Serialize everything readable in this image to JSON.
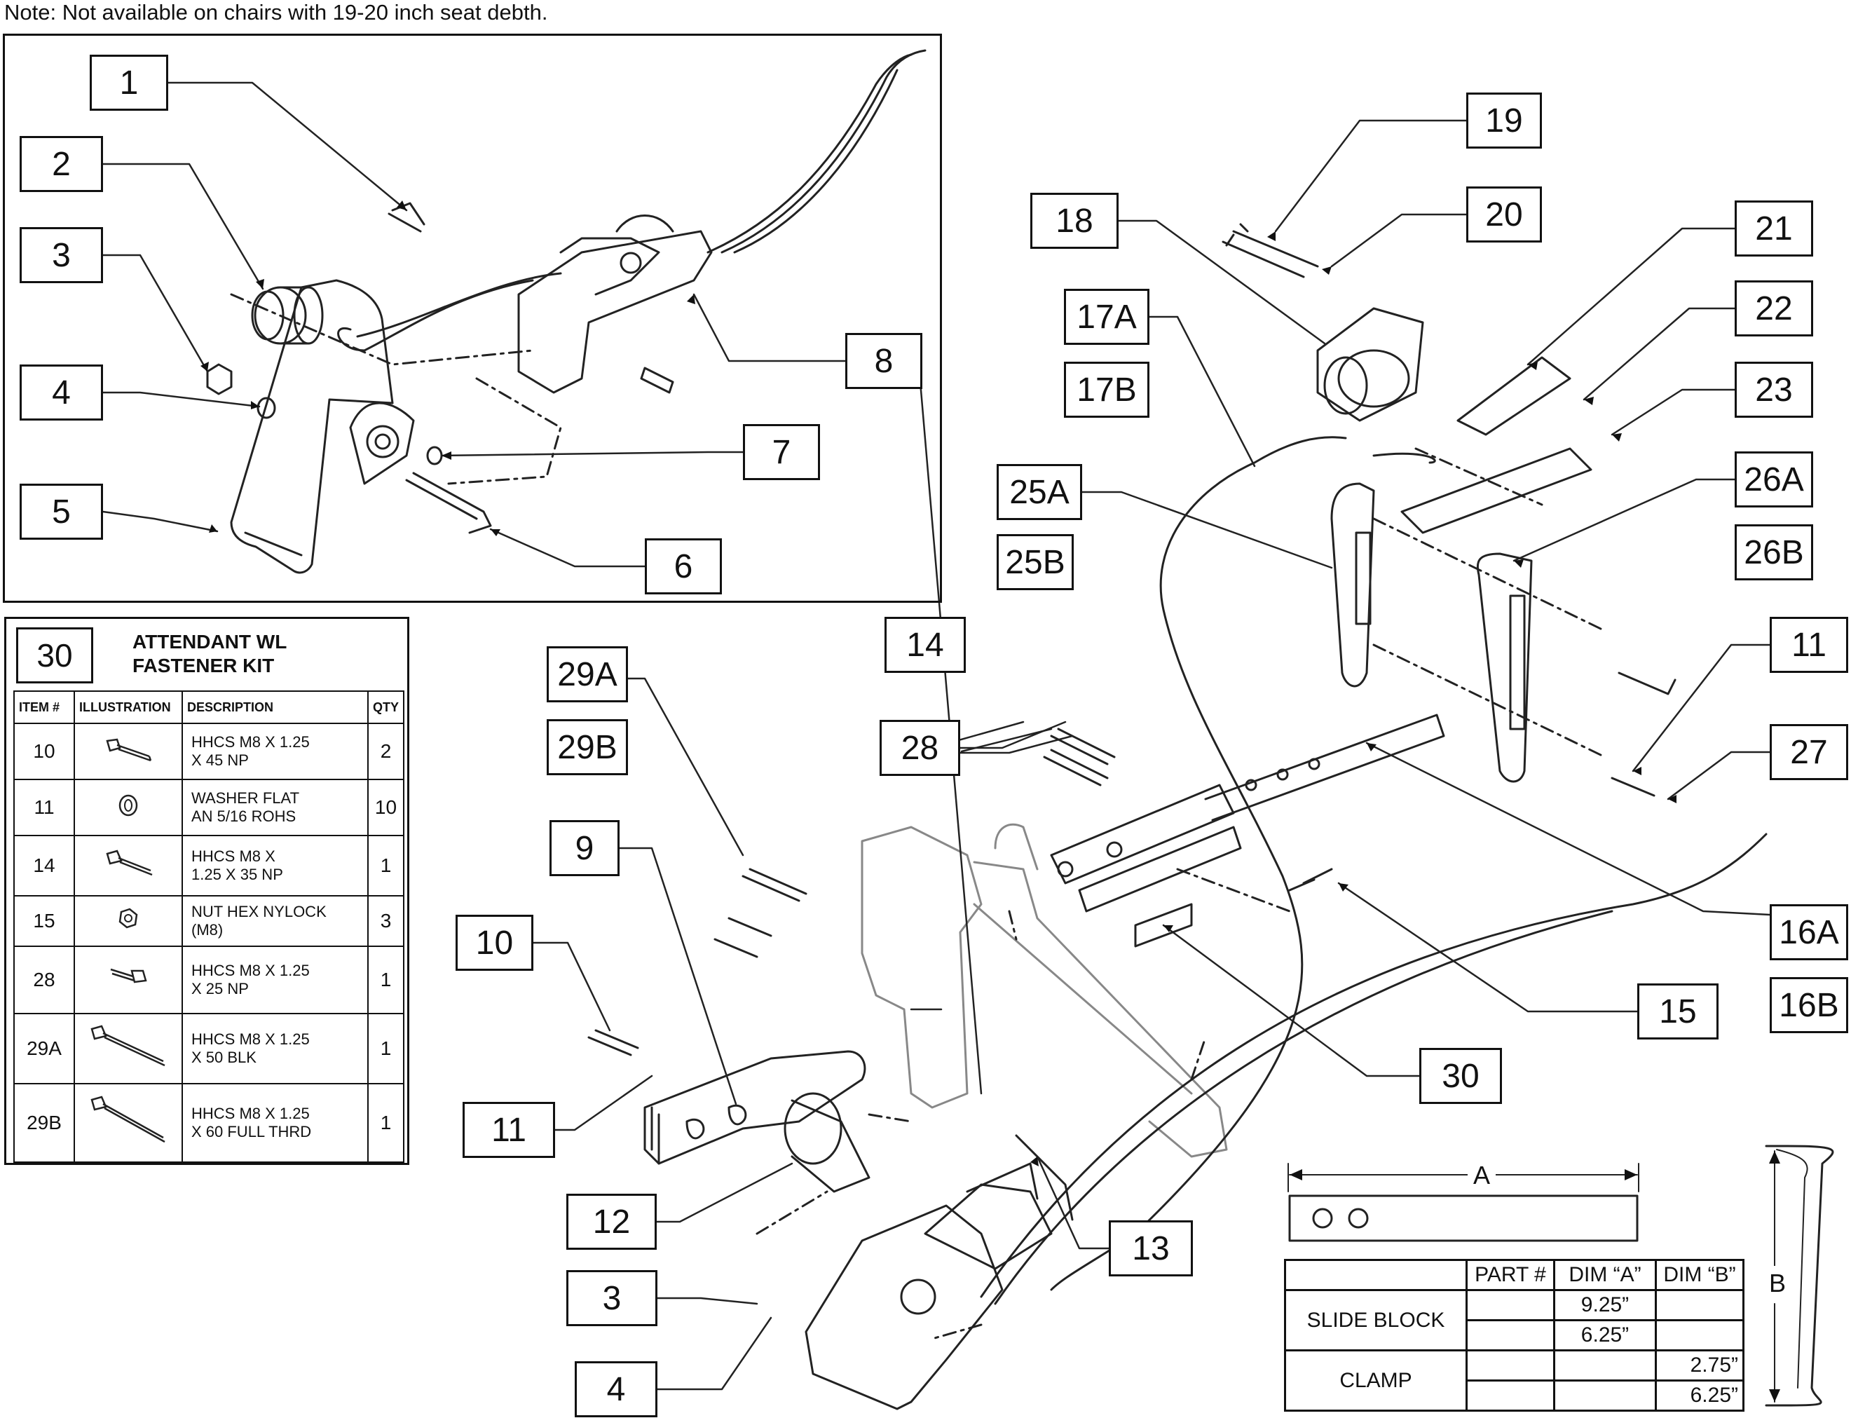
{
  "note": "Note: Not available on chairs with 19-20 inch seat debth.",
  "callouts": {
    "c1": "1",
    "c2": "2",
    "c3": "3",
    "c4": "4",
    "c5": "5",
    "c6": "6",
    "c7": "7",
    "c8": "8",
    "c9": "9",
    "c10": "10",
    "c11a": "11",
    "c11b": "11",
    "c12": "12",
    "c13": "13",
    "c14": "14",
    "c15": "15",
    "c16a": "16A",
    "c16b": "16B",
    "c17a": "17A",
    "c17b": "17B",
    "c18": "18",
    "c19": "19",
    "c20": "20",
    "c21": "21",
    "c22": "22",
    "c23": "23",
    "c25a": "25A",
    "c25b": "25B",
    "c26a": "26A",
    "c26b": "26B",
    "c27": "27",
    "c28": "28",
    "c29a": "29A",
    "c29b": "29B",
    "c30": "30",
    "c3b": "3",
    "c4b": "4"
  },
  "kit": {
    "badge": "30",
    "title_line1": "ATTENDANT WL",
    "title_line2": "FASTENER KIT",
    "headers": {
      "item": "ITEM #",
      "illustration": "ILLUSTRATION",
      "description": "DESCRIPTION",
      "qty": "QTY"
    },
    "rows": [
      {
        "item": "10",
        "desc1": "HHCS M8 X 1.25",
        "desc2": " X 45 NP",
        "qty": "2",
        "icon": "bolt-icon"
      },
      {
        "item": "11",
        "desc1": "WASHER FLAT",
        "desc2": "AN 5/16 ROHS",
        "qty": "10",
        "icon": "washer-icon"
      },
      {
        "item": "14",
        "desc1": "HHCS M8 X",
        "desc2": "1.25 X 35 NP",
        "qty": "1",
        "icon": "bolt-icon"
      },
      {
        "item": "15",
        "desc1": "NUT HEX NYLOCK",
        "desc2": "(M8)",
        "qty": "3",
        "icon": "nut-icon"
      },
      {
        "item": "28",
        "desc1": "HHCS M8 X 1.25",
        "desc2": " X 25 NP",
        "qty": "1",
        "icon": "bolt-icon"
      },
      {
        "item": "29A",
        "desc1": "HHCS M8 X  1.25",
        "desc2": " X 50 BLK",
        "qty": "1",
        "icon": "bolt-icon"
      },
      {
        "item": "29B",
        "desc1": "HHCS M8 X 1.25",
        "desc2": "X 60 FULL THRD",
        "qty": "1",
        "icon": "bolt-icon"
      }
    ]
  },
  "dims": {
    "a_label": "A",
    "b_label": "B",
    "headers": {
      "part": "PART #",
      "dim_a": "DIM “A”",
      "dim_b": "DIM “B”"
    },
    "slide_block": "SLIDE BLOCK",
    "clamp": "CLAMP",
    "slide_a1": "9.25”",
    "slide_a2": "6.25”",
    "clamp_b1": "2.75”",
    "clamp_b2": "6.25”"
  }
}
